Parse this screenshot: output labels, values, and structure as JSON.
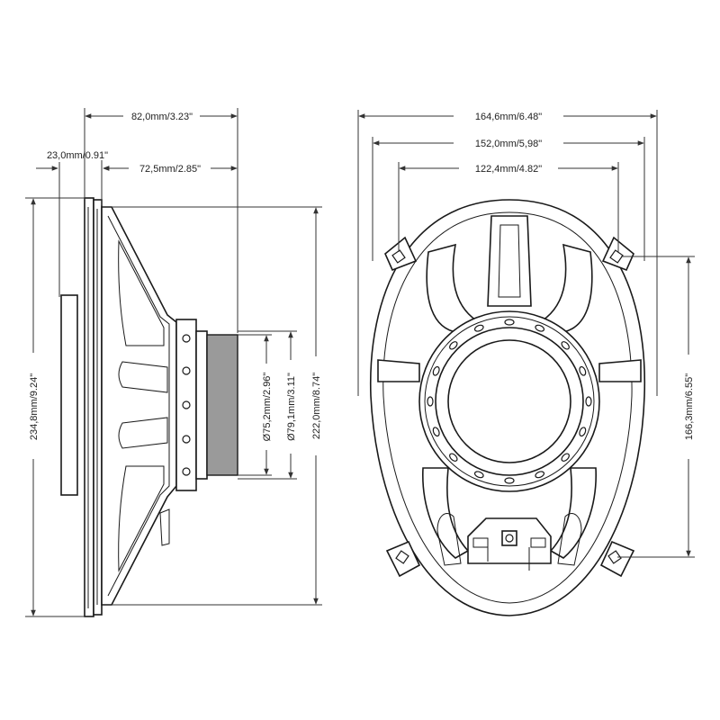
{
  "colors": {
    "line": "#1a1a1a",
    "magnet": "#9a9a9a",
    "background": "#ffffff"
  },
  "side_view": {
    "dimensions": {
      "depth_total": "82,0mm/3.23\"",
      "flange_depth": "23,0mm/0.91\"",
      "basket_depth": "72,5mm/2.85\"",
      "magnet_diameter_inner": "Ø75,2mm/2.96\"",
      "magnet_diameter_outer": "Ø79,1mm/3.11\"",
      "overall_height": "234,8mm/9.24\"",
      "basket_height": "222,0mm/8.74\""
    }
  },
  "front_view": {
    "dimensions": {
      "overall_width": "164,6mm/6.48\"",
      "mounting_width": "152,0mm/5,98\"",
      "cutout_width": "122,4mm/4.82\"",
      "mounting_height": "166,3mm/6.55\""
    }
  }
}
